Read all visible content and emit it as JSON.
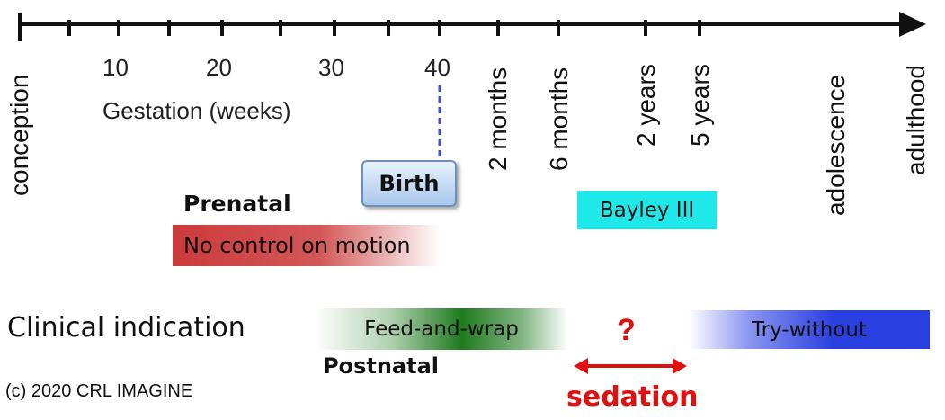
{
  "timeline": {
    "tick_labels_numeric": [
      "10",
      "20",
      "30",
      "40"
    ],
    "milestones": [
      "conception",
      "2 months",
      "6 months",
      "2 years",
      "5 years",
      "adolescence",
      "adulthood"
    ],
    "gestation_label": "Gestation (weeks)"
  },
  "birth": {
    "label": "Birth"
  },
  "prenatal": {
    "label": "Prenatal",
    "bar_label": "No control on motion",
    "bar_color": "#cc3a3a"
  },
  "bayley": {
    "label": "Bayley III",
    "color": "#1fe8e8"
  },
  "postnatal": {
    "row_label": "Clinical indication",
    "label": "Postnatal",
    "feed": {
      "label": "Feed-and-wrap",
      "color": "#1f7a1f"
    },
    "question": "?",
    "sedation": "sedation",
    "try": {
      "label": "Try-without",
      "color": "#2a3fe0"
    }
  },
  "credit": "(c) 2020 CRL IMAGINE"
}
